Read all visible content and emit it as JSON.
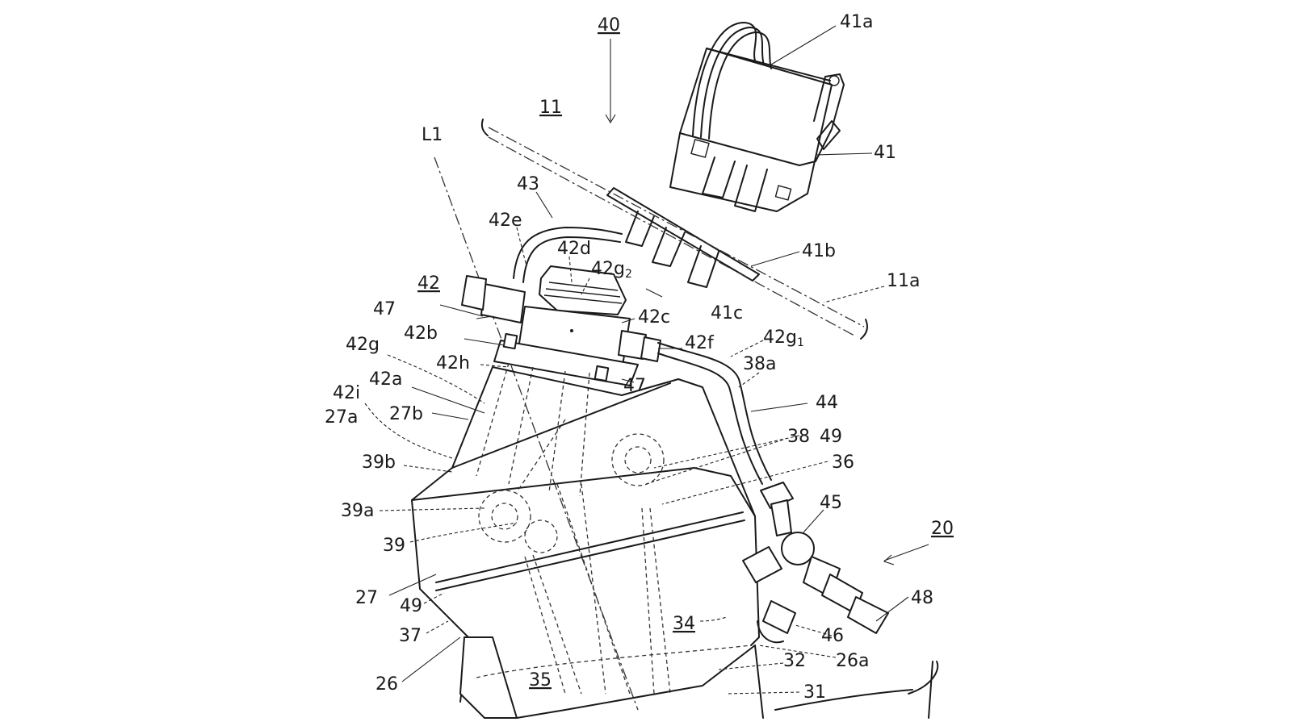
{
  "figure": {
    "labels": {
      "l40": "40",
      "l41a": "41a",
      "l11": "11",
      "l41": "41",
      "lL1": "L1",
      "l43": "43",
      "l42e": "42e",
      "l42d": "42d",
      "l42g2": "42g",
      "l42g2_sub": "2",
      "l41b": "41b",
      "l11a": "11a",
      "l42": "42",
      "l41c": "41c",
      "l47a": "47",
      "l42c": "42c",
      "l42b": "42b",
      "l42f": "42f",
      "l42g1": "42g",
      "l42g1_sub": "1",
      "l42g": "42g",
      "l42h": "42h",
      "l38a": "38a",
      "l47b": "47",
      "l42a": "42a",
      "l42i": "42i",
      "l44": "44",
      "l27a": "27a",
      "l27b": "27b",
      "l38": "38",
      "l49a": "49",
      "l39b": "39b",
      "l36": "36",
      "l39a": "39a",
      "l45": "45",
      "l20": "20",
      "l39": "39",
      "l27": "27",
      "l49b": "49",
      "l48": "48",
      "l34": "34",
      "l37": "37",
      "l46": "46",
      "l26a": "26a",
      "l32": "32",
      "l26": "26",
      "l35": "35",
      "l31": "31"
    }
  }
}
